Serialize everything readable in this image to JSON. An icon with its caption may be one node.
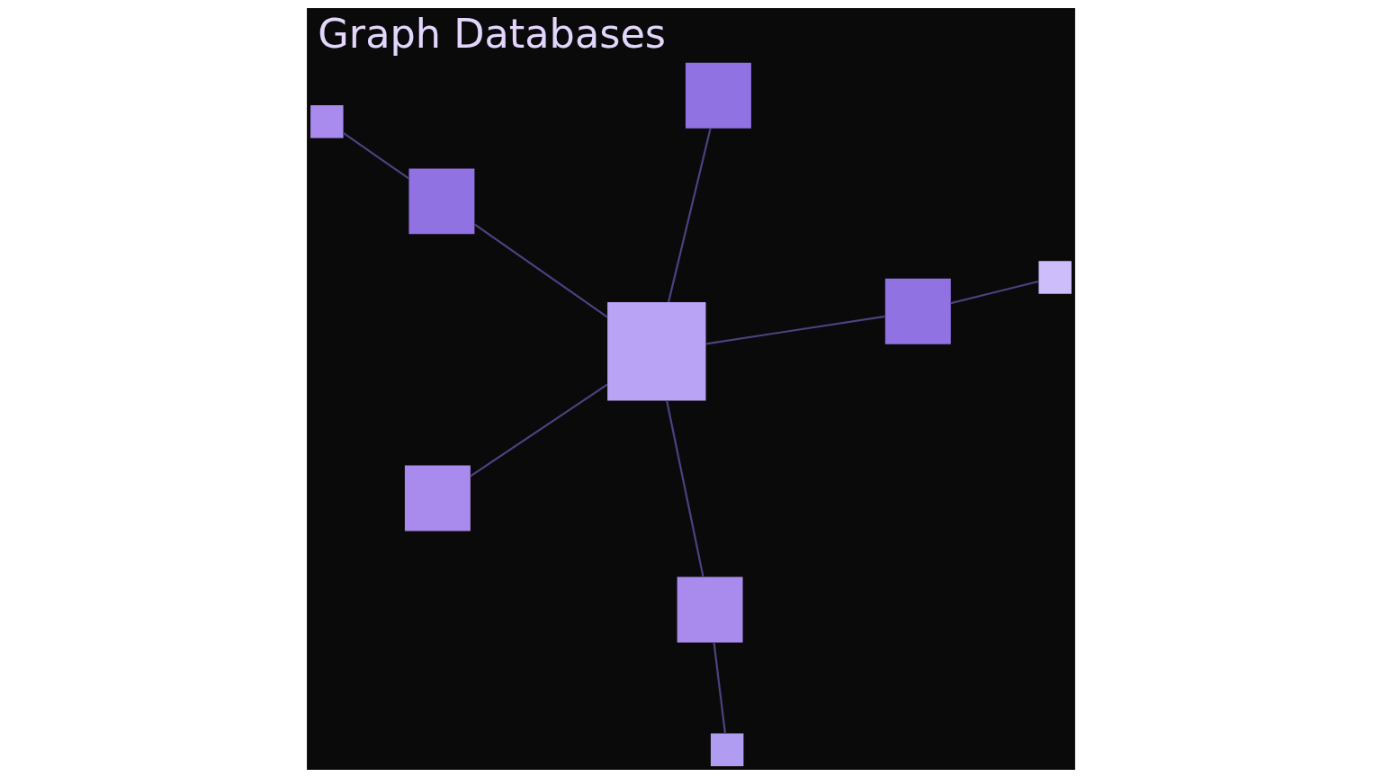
{
  "diagram": {
    "title": "Graph Databases",
    "nodes": [
      {
        "text": [],
        "shape": "box"
      },
      {
        "text": [],
        "shape": "box"
      },
      {
        "text": [],
        "shape": "box"
      },
      {
        "text": [],
        "shape": "box"
      },
      {
        "text": [],
        "shape": "box"
      },
      {
        "text": [],
        "shape": "box"
      },
      {
        "text": [],
        "shape": "box"
      },
      {
        "text": [],
        "shape": "box"
      },
      {
        "text": [],
        "shape": "box"
      }
    ],
    "edges": [
      {
        "from": 2,
        "to": 1,
        "arrow": "none"
      },
      {
        "from": 1,
        "to": 0,
        "arrow": "none"
      },
      {
        "from": 0,
        "to": 3,
        "arrow": "none"
      },
      {
        "from": 0,
        "to": 4,
        "arrow": "none"
      },
      {
        "from": 0,
        "to": 5,
        "arrow": "none"
      },
      {
        "from": 5,
        "to": 6,
        "arrow": "none"
      },
      {
        "from": 0,
        "to": 7,
        "arrow": "none"
      },
      {
        "from": 8,
        "to": 7,
        "arrow": "none"
      }
    ]
  }
}
